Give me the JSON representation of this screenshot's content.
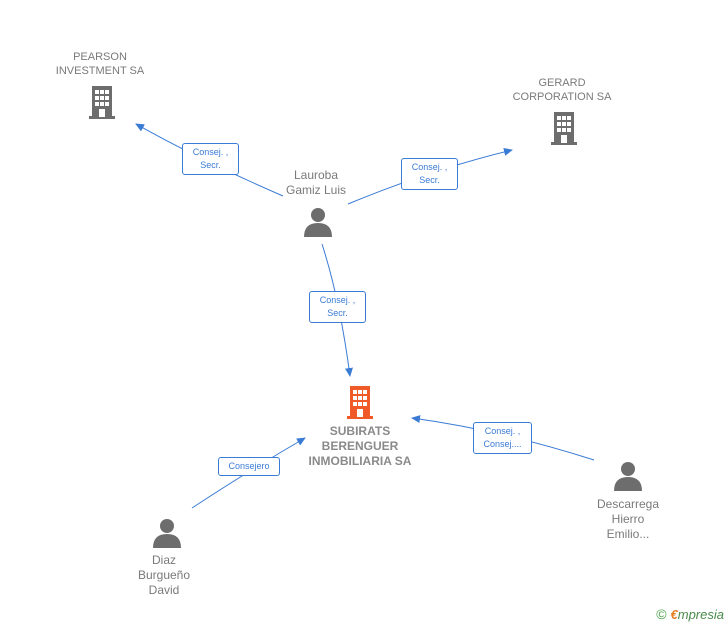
{
  "colors": {
    "edge": "#3a7bd5",
    "node_gray": "#6d6d6d",
    "main_node": "#f05a28"
  },
  "nodes": {
    "pearson": {
      "line1": "PEARSON",
      "line2": "INVESTMENT SA",
      "icon": "building-icon"
    },
    "gerard": {
      "line1": "GERARD",
      "line2": "CORPORATION SA",
      "icon": "building-icon"
    },
    "lauroba": {
      "line1": "Lauroba",
      "line2": "Gamiz Luis",
      "icon": "person-icon"
    },
    "subirats": {
      "line1": "SUBIRATS",
      "line2": "BERENGUER",
      "line3": "INMOBILIARIA SA",
      "icon": "building-icon"
    },
    "diaz": {
      "line1": "Diaz",
      "line2": "Burgueño",
      "line3": "David",
      "icon": "person-icon"
    },
    "descarrega": {
      "line1": "Descarrega",
      "line2": "Hierro",
      "line3": "Emilio...",
      "icon": "person-icon"
    }
  },
  "edges": {
    "lauroba_pearson": {
      "line1": "Consej. ,",
      "line2": "Secr."
    },
    "lauroba_gerard": {
      "line1": "Consej. ,",
      "line2": "Secr."
    },
    "lauroba_subirats": {
      "line1": "Consej. ,",
      "line2": "Secr."
    },
    "diaz_subirats": {
      "line1": "Consejero"
    },
    "descarrega_subirats": {
      "line1": "Consej. ,",
      "line2": "Consej...."
    }
  },
  "footer": {
    "copyright": "©",
    "brand_e": "€",
    "brand_rest": "mpresia"
  }
}
